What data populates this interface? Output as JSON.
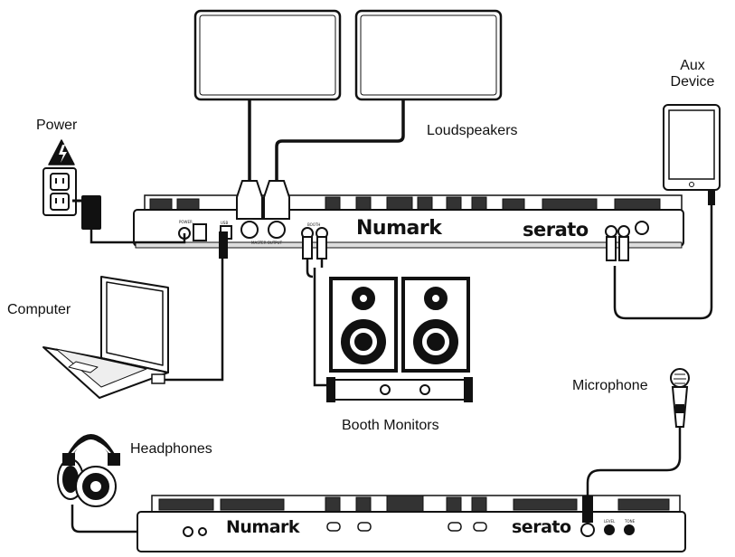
{
  "labels": {
    "power": "Power",
    "loudspeakers": "Loudspeakers",
    "aux_line1": "Aux",
    "aux_line2": "Device",
    "computer": "Computer",
    "booth_monitors": "Booth Monitors",
    "microphone": "Microphone",
    "headphones": "Headphones"
  },
  "rear_panel": {
    "brand": "Numark",
    "software": "serato",
    "power_label": "POWER",
    "usb_label": "USB",
    "master_label": "MASTER OUTPUT",
    "booth_label": "BOOTH"
  },
  "front_panel": {
    "brand": "Numark",
    "software": "serato",
    "level_label": "LEVEL",
    "tone_label": "TONE"
  },
  "colors": {
    "line": "#111111",
    "device_fill": "#ffffff",
    "panel_fill": "#eeeeee"
  }
}
